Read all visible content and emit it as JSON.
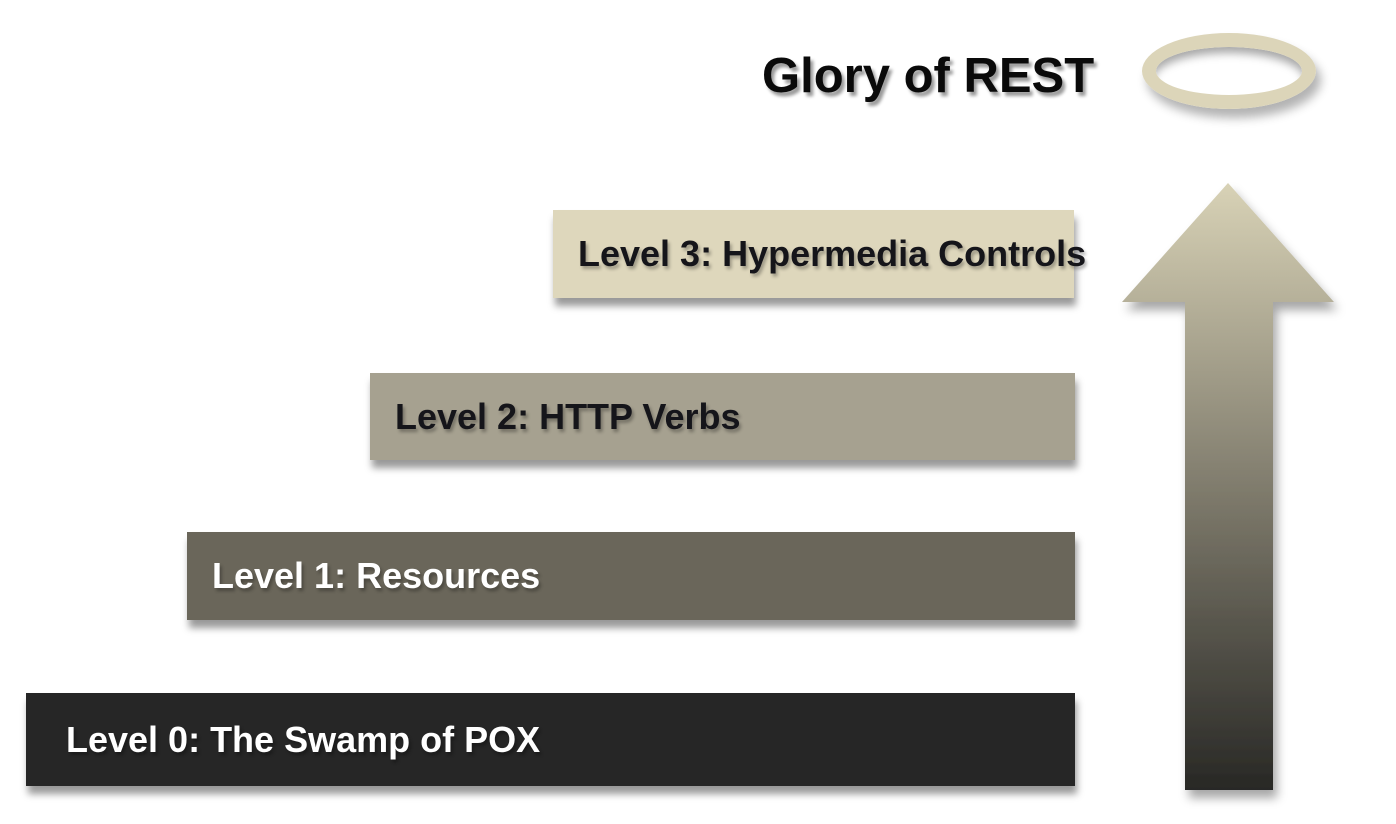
{
  "diagram": {
    "title": "Glory of REST",
    "levels": [
      {
        "label": "Level 3: Hypermedia Controls",
        "bg": "#ded7bc",
        "text_color": "#15151a"
      },
      {
        "label": "Level 2: HTTP Verbs",
        "bg": "#a6a190",
        "text_color": "#15151a"
      },
      {
        "label": "Level 1: Resources",
        "bg": "#6a665a",
        "text_color": "#ffffff"
      },
      {
        "label": "Level 0: The Swamp of POX",
        "bg": "#262626",
        "text_color": "#ffffff"
      }
    ],
    "icons": {
      "halo": {
        "name": "halo-icon",
        "color": "#dcd5b9"
      },
      "arrow": {
        "name": "up-arrow-icon",
        "gradient_top": "#d8d2b6",
        "gradient_mid": "#807c6d",
        "gradient_bottom": "#282825"
      }
    }
  }
}
